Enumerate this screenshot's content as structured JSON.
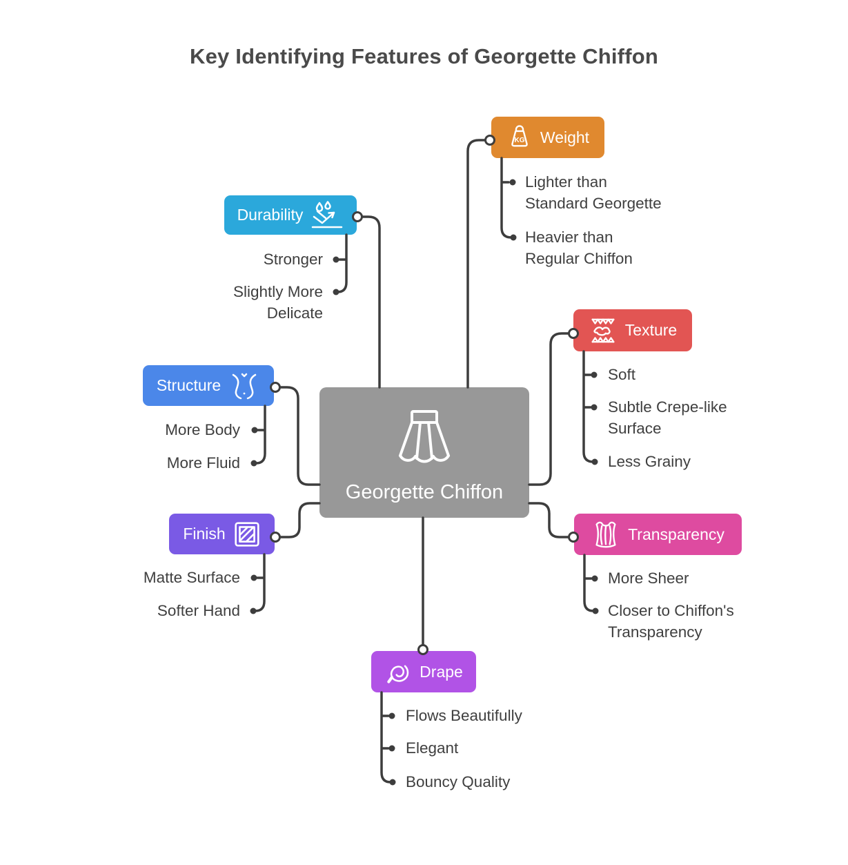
{
  "title": "Key Identifying Features of Georgette Chiffon",
  "connector_color": "#3d3d3d",
  "text_color": "#3f3f3f",
  "center": {
    "label": "Georgette Chiffon",
    "icon": "skirt-icon",
    "color": "#989898"
  },
  "branches": [
    {
      "id": "weight",
      "label": "Weight",
      "icon": "weight-kg-icon",
      "color": "#e0892f",
      "children": [
        [
          "Lighter than",
          "Standard Georgette"
        ],
        [
          "Heavier than",
          "Regular Chiffon"
        ]
      ]
    },
    {
      "id": "durability",
      "label": "Durability",
      "icon": "water-repel-icon",
      "color": "#2ba8db",
      "children": [
        [
          "Stronger"
        ],
        [
          "Slightly More",
          "Delicate"
        ]
      ]
    },
    {
      "id": "texture",
      "label": "Texture",
      "icon": "fabric-texture-icon",
      "color": "#e25553",
      "children": [
        [
          "Soft"
        ],
        [
          "Subtle Crepe-like",
          "Surface"
        ],
        [
          "Less Grainy"
        ]
      ]
    },
    {
      "id": "structure",
      "label": "Structure",
      "icon": "torso-icon",
      "color": "#4b87e9",
      "children": [
        [
          "More Body"
        ],
        [
          "More Fluid"
        ]
      ]
    },
    {
      "id": "finish",
      "label": "Finish",
      "icon": "hatched-square-icon",
      "color": "#7a5ae5",
      "children": [
        [
          "Matte Surface"
        ],
        [
          "Softer Hand"
        ]
      ]
    },
    {
      "id": "transparency",
      "label": "Transparency",
      "icon": "corset-icon",
      "color": "#de4ba0",
      "children": [
        [
          "More Sheer"
        ],
        [
          "Closer to Chiffon's",
          "Transparency"
        ]
      ]
    },
    {
      "id": "drape",
      "label": "Drape",
      "icon": "fabric-swirl-icon",
      "color": "#b153e6",
      "children": [
        [
          "Flows Beautifully"
        ],
        [
          "Elegant"
        ],
        [
          "Bouncy Quality"
        ]
      ]
    }
  ]
}
